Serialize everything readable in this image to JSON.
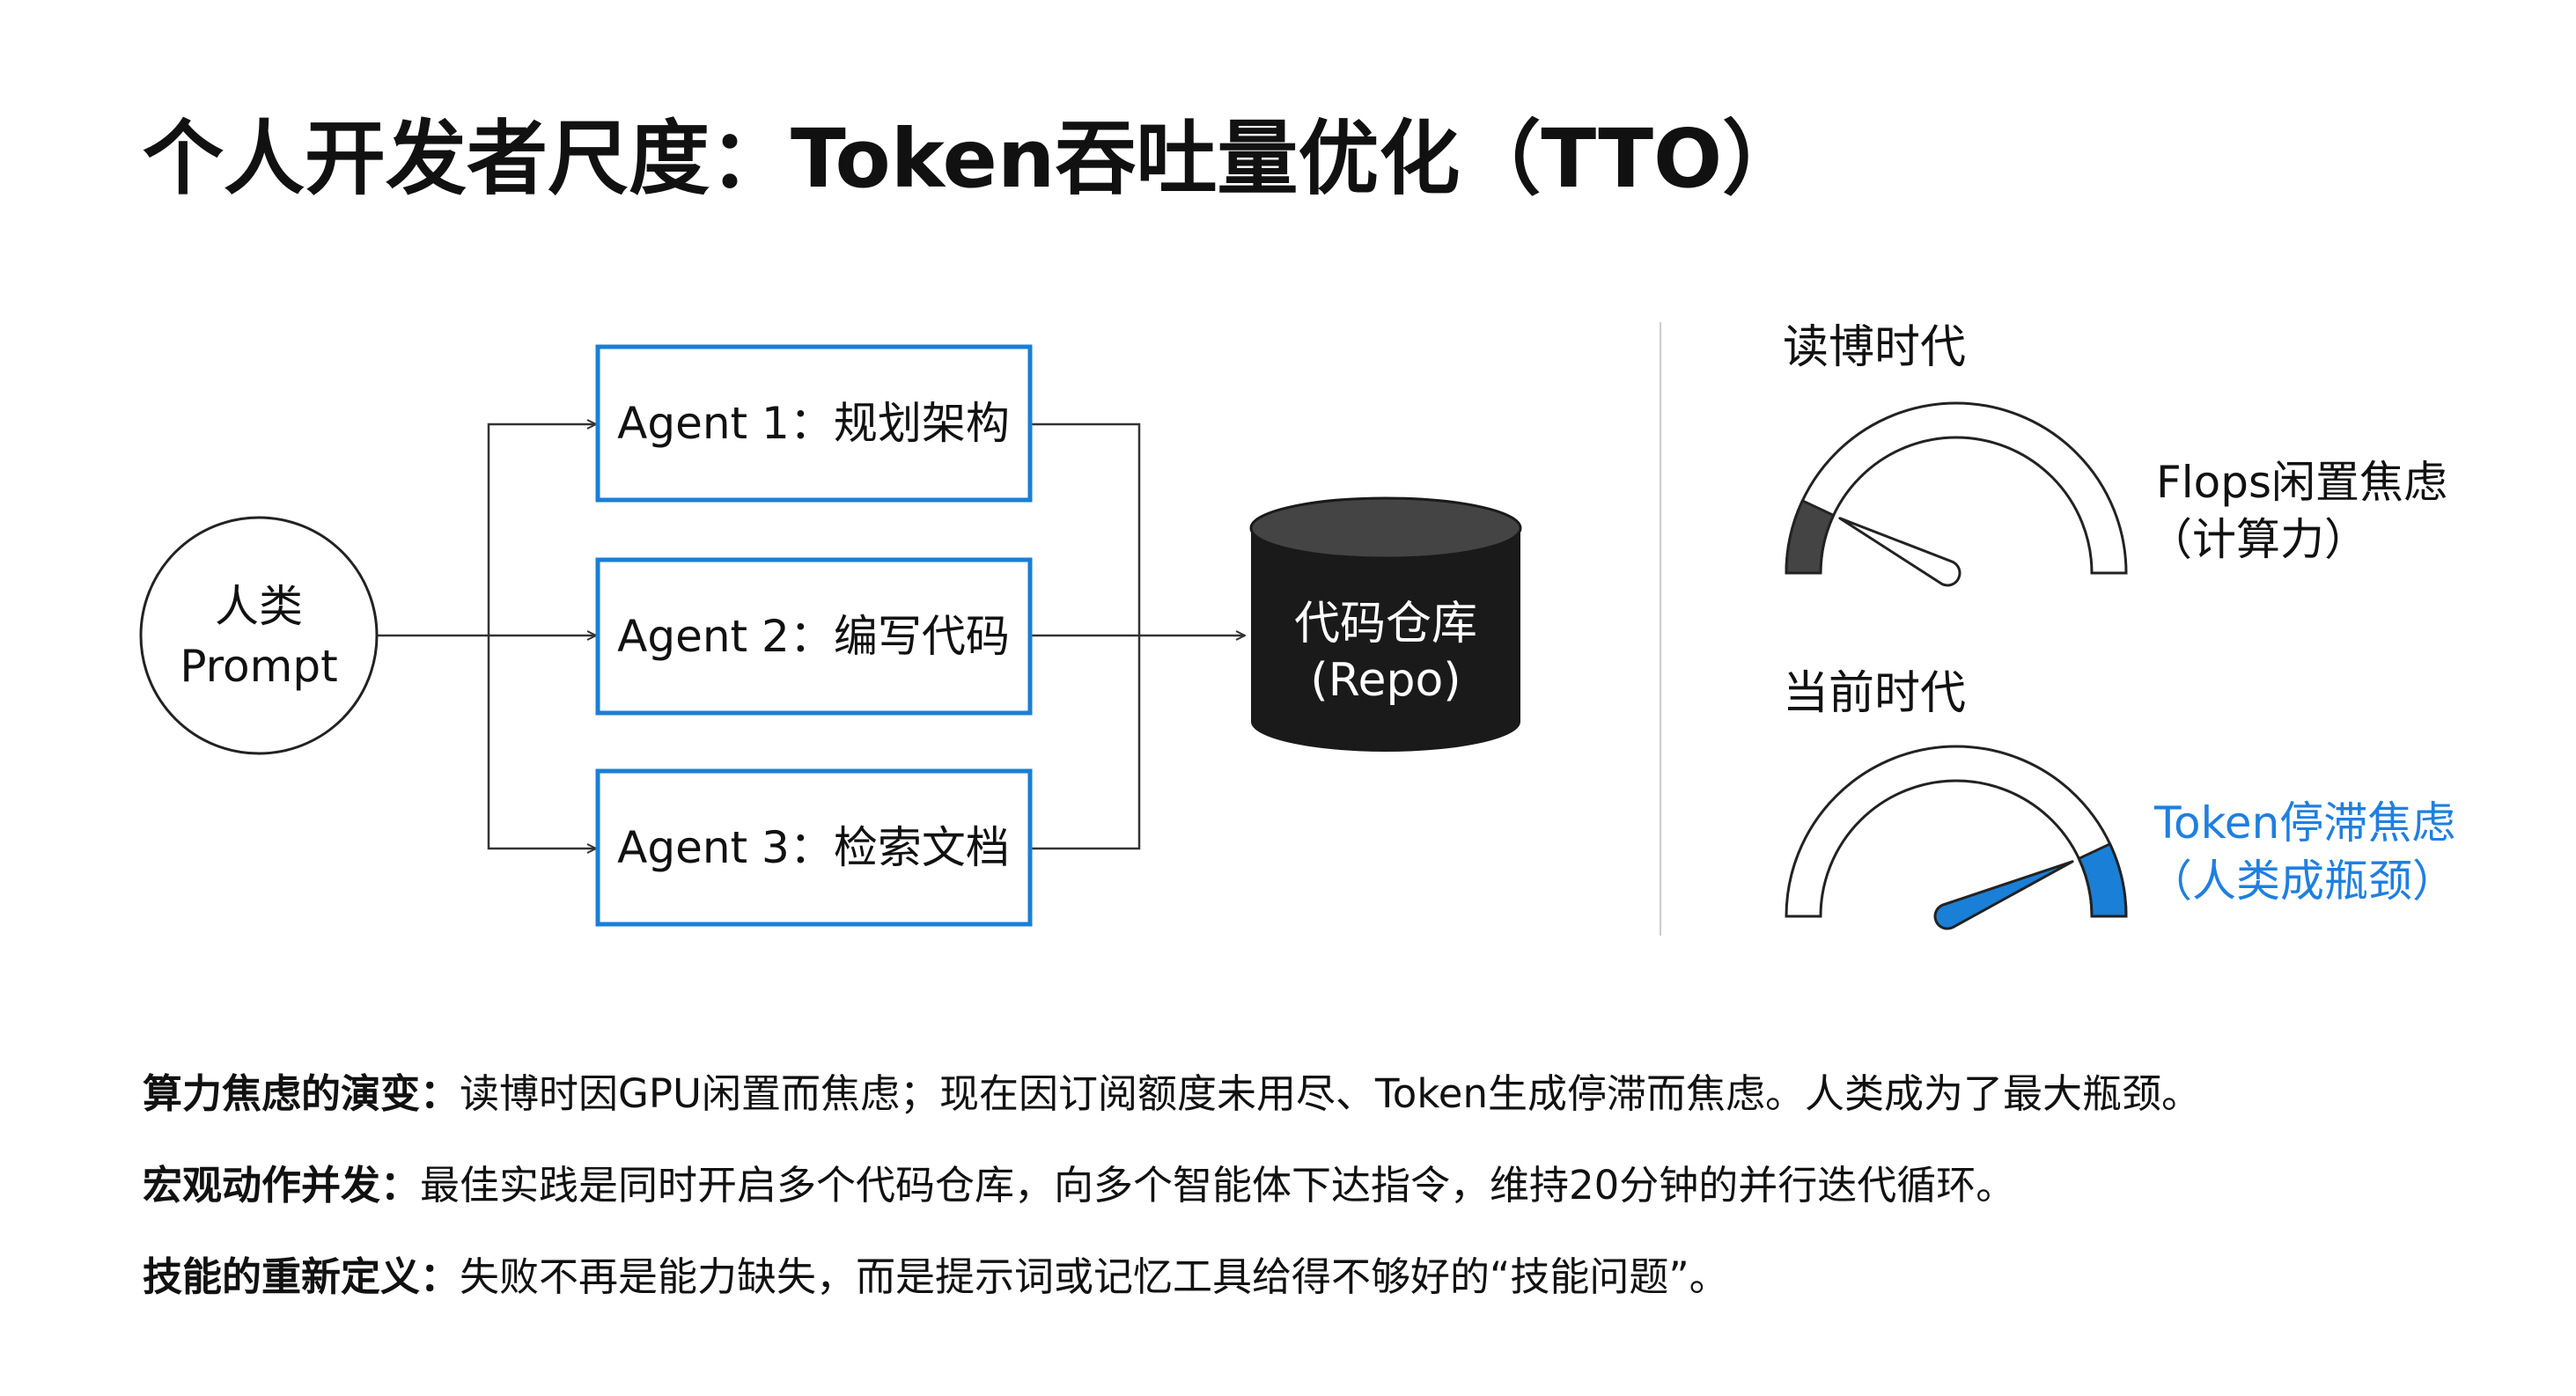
{
  "title": "个人开发者尺度：Token吞吐量优化（TTO）",
  "colors": {
    "accent": "#1a7fd6",
    "accent_text": "#1f7fe0",
    "dark": "#1a1a1a",
    "gauge_dark": "#444444"
  },
  "diagram": {
    "human": {
      "line1": "人类",
      "line2": "Prompt"
    },
    "agents": [
      {
        "label": "Agent 1：规划架构"
      },
      {
        "label": "Agent 2：编写代码"
      },
      {
        "label": "Agent 3：检索文档"
      }
    ],
    "repo": {
      "line1": "代码仓库",
      "line2": "(Repo)"
    }
  },
  "gauges": [
    {
      "era": "读博时代",
      "label1": "Flops闲置焦虑",
      "label2": "（计算力）",
      "needle_fraction": 0.14,
      "highlight": [
        0,
        0.14
      ],
      "tone": "dark"
    },
    {
      "era": "当前时代",
      "label1": "Token停滞焦虑",
      "label2": "（人类成瓶颈）",
      "needle_fraction": 0.86,
      "highlight": [
        0.86,
        1
      ],
      "tone": "accent"
    }
  ],
  "bullets": [
    {
      "head": "算力焦虑的演变：",
      "body": "读博时因GPU闲置而焦虑；现在因订阅额度未用尽、Token生成停滞而焦虑。人类成为了最大瓶颈。"
    },
    {
      "head": "宏观动作并发：",
      "body": "最佳实践是同时开启多个代码仓库，向多个智能体下达指令，维持20分钟的并行迭代循环。"
    },
    {
      "head": "技能的重新定义：",
      "body": "失败不再是能力缺失，而是提示词或记忆工具给得不够好的“技能问题”。"
    }
  ]
}
